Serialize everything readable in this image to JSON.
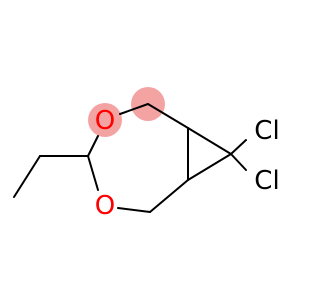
{
  "molecule": {
    "labels": {
      "oxygen_top": "O",
      "oxygen_bottom": "O",
      "chlorine_top": "Cl",
      "chlorine_bottom": "Cl"
    },
    "colors": {
      "bond": "#000000",
      "oxygen": "#ff0000",
      "chlorine": "#000000",
      "highlight": "#f4a3a3"
    }
  }
}
